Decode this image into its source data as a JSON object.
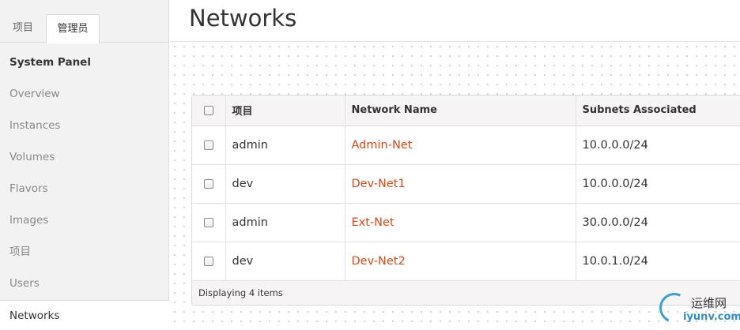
{
  "tabs": [
    {
      "label": "项目"
    },
    {
      "label": "管理员"
    }
  ],
  "sidebar": {
    "panel_title": "System Panel",
    "items": [
      {
        "label": "Overview"
      },
      {
        "label": "Instances"
      },
      {
        "label": "Volumes"
      },
      {
        "label": "Flavors"
      },
      {
        "label": "Images"
      },
      {
        "label": "项目"
      },
      {
        "label": "Users"
      },
      {
        "label": "Networks"
      }
    ],
    "active_item": "Networks"
  },
  "header": {
    "title": "Networks"
  },
  "table": {
    "columns": [
      "项目",
      "Network Name",
      "Subnets Associated"
    ],
    "rows": [
      {
        "project": "admin",
        "name": "Admin-Net",
        "subnets": "10.0.0.0/24"
      },
      {
        "project": "dev",
        "name": "Dev-Net1",
        "subnets": "10.0.0.0/24"
      },
      {
        "project": "admin",
        "name": "Ext-Net",
        "subnets": "30.0.0.0/24"
      },
      {
        "project": "dev",
        "name": "Dev-Net2",
        "subnets": "10.0.1.0/24"
      }
    ],
    "footer": "Displaying 4 items"
  },
  "watermark": {
    "top": "运维网",
    "bottom": "iyunv.com"
  },
  "colors": {
    "link": "#dd4814",
    "sidebar_bg": "#f2f2f2",
    "header_row_bg": "#f6f4f4"
  }
}
